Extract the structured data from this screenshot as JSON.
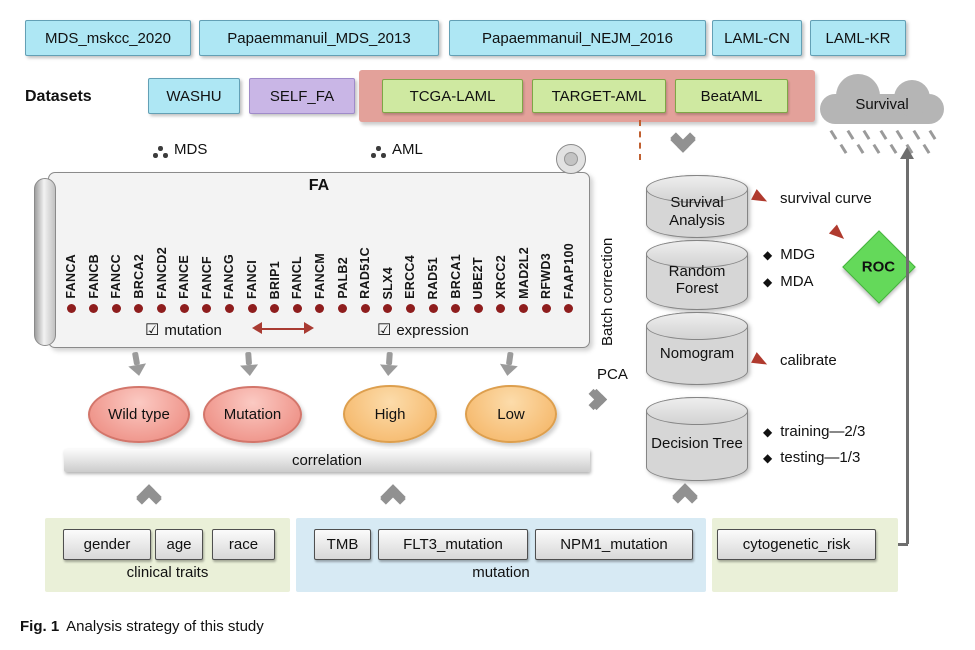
{
  "figure": {
    "caption_bold": "Fig. 1",
    "caption_text": "Analysis strategy of this study"
  },
  "datasets": {
    "label": "Datasets",
    "top_row": [
      "MDS_mskcc_2020",
      "Papaemmanuil_MDS_2013",
      "Papaemmanuil_NEJM_2016",
      "LAML-CN",
      "LAML-KR"
    ],
    "washu": "WASHU",
    "self_fa": "SELF_FA",
    "aml_sources": [
      "TCGA-LAML",
      "TARGET-AML",
      "BeatAML"
    ],
    "survival": "Survival"
  },
  "cohorts": {
    "mds": "MDS",
    "aml": "AML"
  },
  "scroll": {
    "title": "FA",
    "genes": [
      "FANCA",
      "FANCB",
      "FANCC",
      "BRCA2",
      "FANCD2",
      "FANCE",
      "FANCF",
      "FANCG",
      "FANCI",
      "BRIP1",
      "FANCL",
      "FANCM",
      "PALB2",
      "RAD51C",
      "SLX4",
      "ERCC4",
      "RAD51",
      "BRCA1",
      "UBE2T",
      "XRCC2",
      "MAD2L2",
      "RFWD3",
      "FAAP100"
    ],
    "checkbox_glyph": "☑",
    "mutation_label": "mutation",
    "expression_label": "expression"
  },
  "pipeline": {
    "batch_correction": "Batch correction",
    "pca": "PCA",
    "steps": [
      {
        "label": "Survival Analysis"
      },
      {
        "label": "Random Forest"
      },
      {
        "label": "Nomogram"
      },
      {
        "label": "Decision Tree"
      }
    ]
  },
  "outputs": {
    "survival_curve": "survival curve",
    "bullet": "◆",
    "mdg": "MDG",
    "mda": "MDA",
    "roc": "ROC",
    "calibrate": "calibrate",
    "training": "training—2/3",
    "testing": "testing—1/3"
  },
  "groups": {
    "wild_type": "Wild type",
    "mutation": "Mutation",
    "high": "High",
    "low": "Low",
    "correlation": "correlation"
  },
  "traits": {
    "clinical": {
      "items": [
        "gender",
        "age",
        "race"
      ],
      "label": "clinical traits"
    },
    "mutation_panel": {
      "items": [
        "TMB",
        "FLT3_mutation",
        "NPM1_mutation"
      ],
      "label": "mutation"
    },
    "cytogenetic": {
      "item": "cytogenetic_risk"
    }
  },
  "colors": {
    "cyan_box": "#aee7f4",
    "purple_box": "#c9b6e6",
    "green_box": "#cfe9a1",
    "salmon_panel": "#e3a19a",
    "pink_oval": "#f0998f",
    "orange_oval": "#f6bc72",
    "roc_green": "#64d95a",
    "red_accent": "#b03a2e",
    "gene_dot": "#8e1d1d",
    "gray_arrow": "#919191"
  }
}
